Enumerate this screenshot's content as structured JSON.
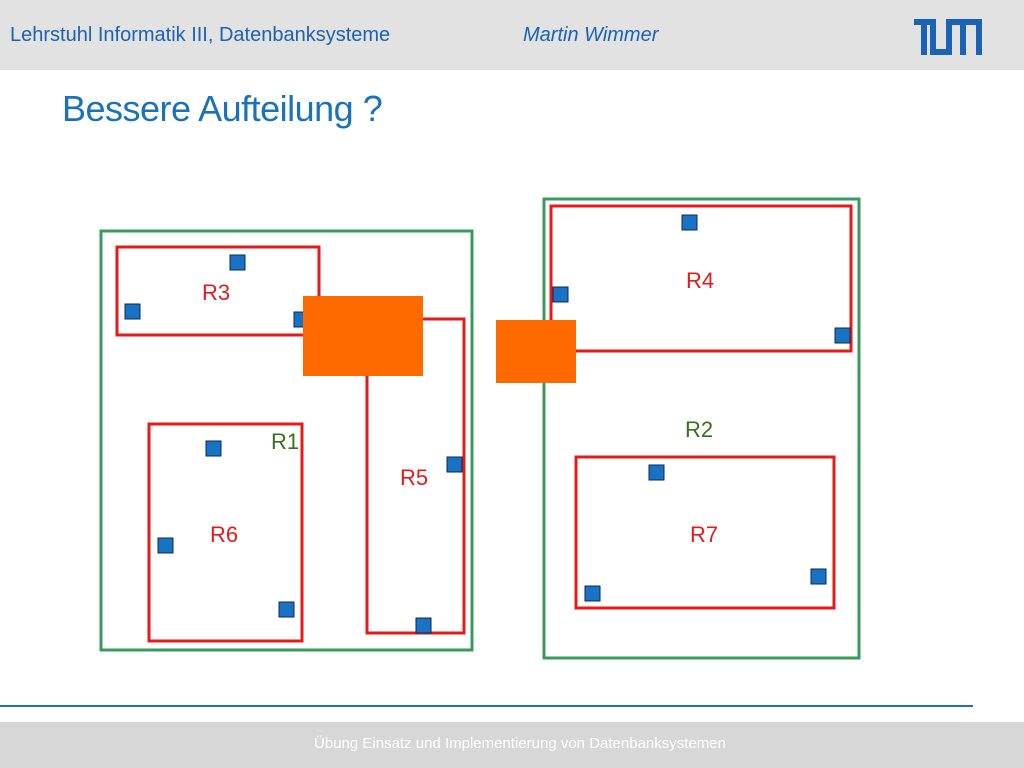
{
  "header": {
    "organization": "Lehrstuhl Informatik III, Datenbanksysteme",
    "author": "Martin Wimmer",
    "logo": "TUM"
  },
  "slide": {
    "title": "Bessere Aufteilung ?"
  },
  "diagram": {
    "labels": {
      "r1": "R1",
      "r2": "R2",
      "r3": "R3",
      "r4": "R4",
      "r5": "R5",
      "r6": "R6",
      "r7": "R7"
    }
  },
  "colors": {
    "outer_region": "#3a9a5e",
    "inner_region": "#e51b1b",
    "query_box": "#ff6a00",
    "data_point": "#1a72c4",
    "brand_blue": "#1a63b4"
  },
  "footer": {
    "text": "Übung Einsatz und Implementierung von Datenbanksystemen"
  }
}
